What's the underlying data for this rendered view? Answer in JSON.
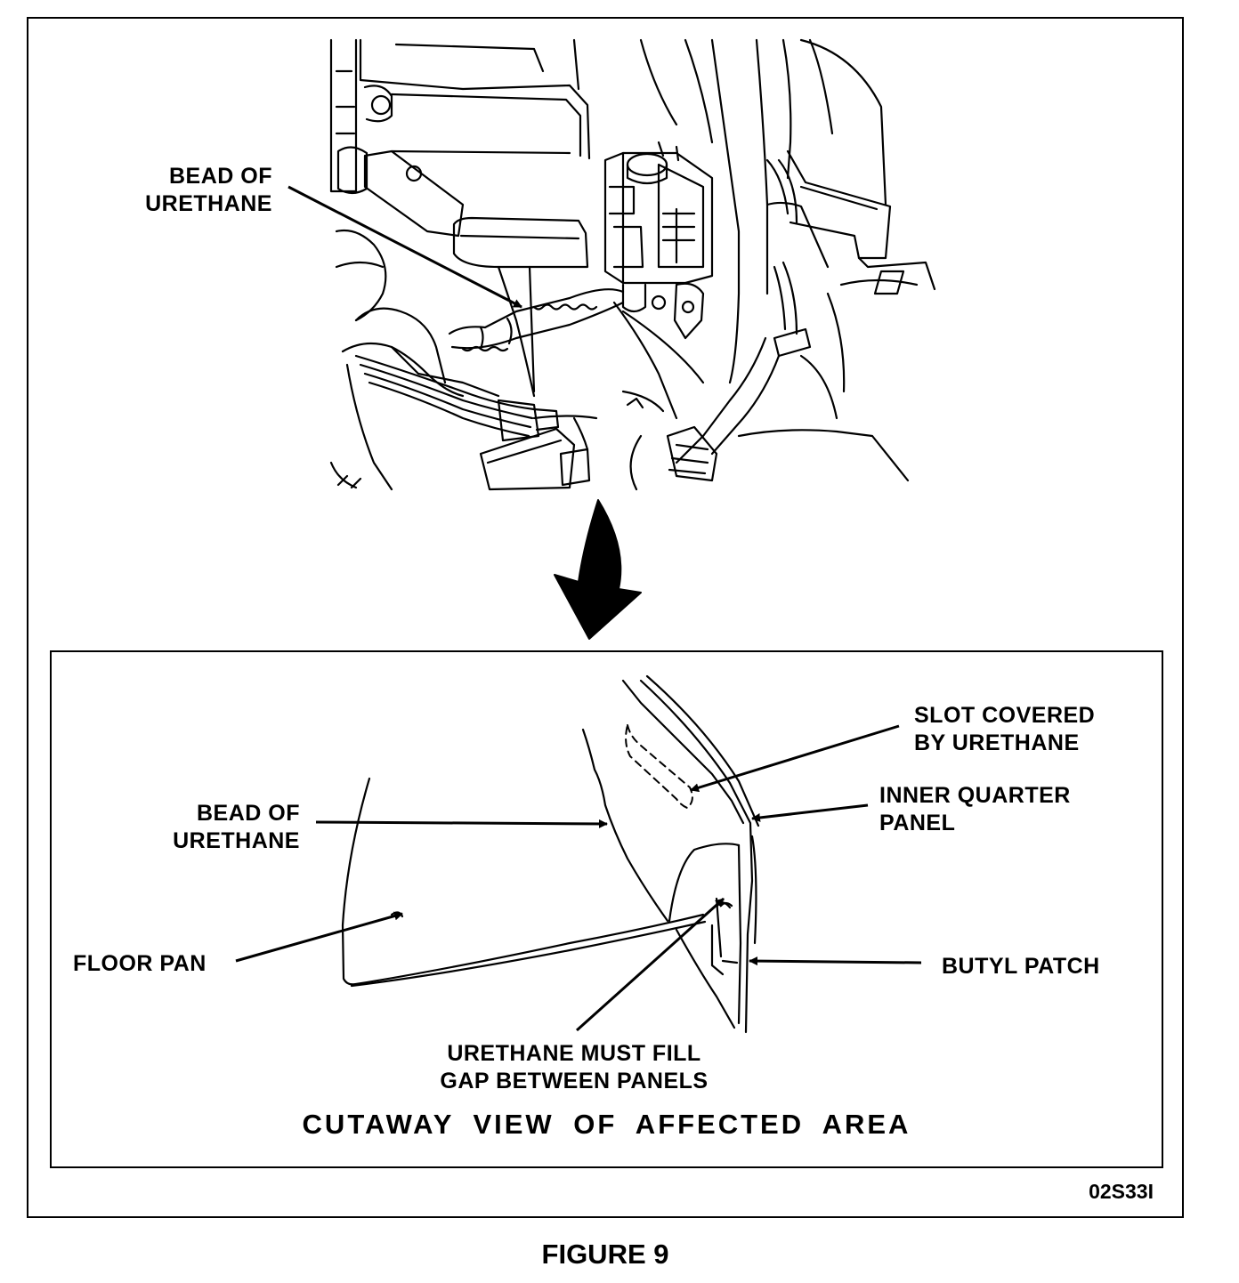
{
  "labels": {
    "top_bead": [
      "BEAD OF",
      "URETHANE"
    ],
    "slot": [
      "SLOT COVERED",
      "BY URETHANE"
    ],
    "inner_quarter": [
      "INNER QUARTER",
      "PANEL"
    ],
    "bottom_bead": [
      "BEAD OF",
      "URETHANE"
    ],
    "floor_pan": "FLOOR PAN",
    "butyl_patch": "BUTYL PATCH",
    "fill_gap": [
      "URETHANE MUST FILL",
      "GAP BETWEEN PANELS"
    ]
  },
  "cutaway_title": "CUTAWAY VIEW OF AFFECTED AREA",
  "figure_id": "02S33I",
  "figure_caption": "FIGURE 9"
}
